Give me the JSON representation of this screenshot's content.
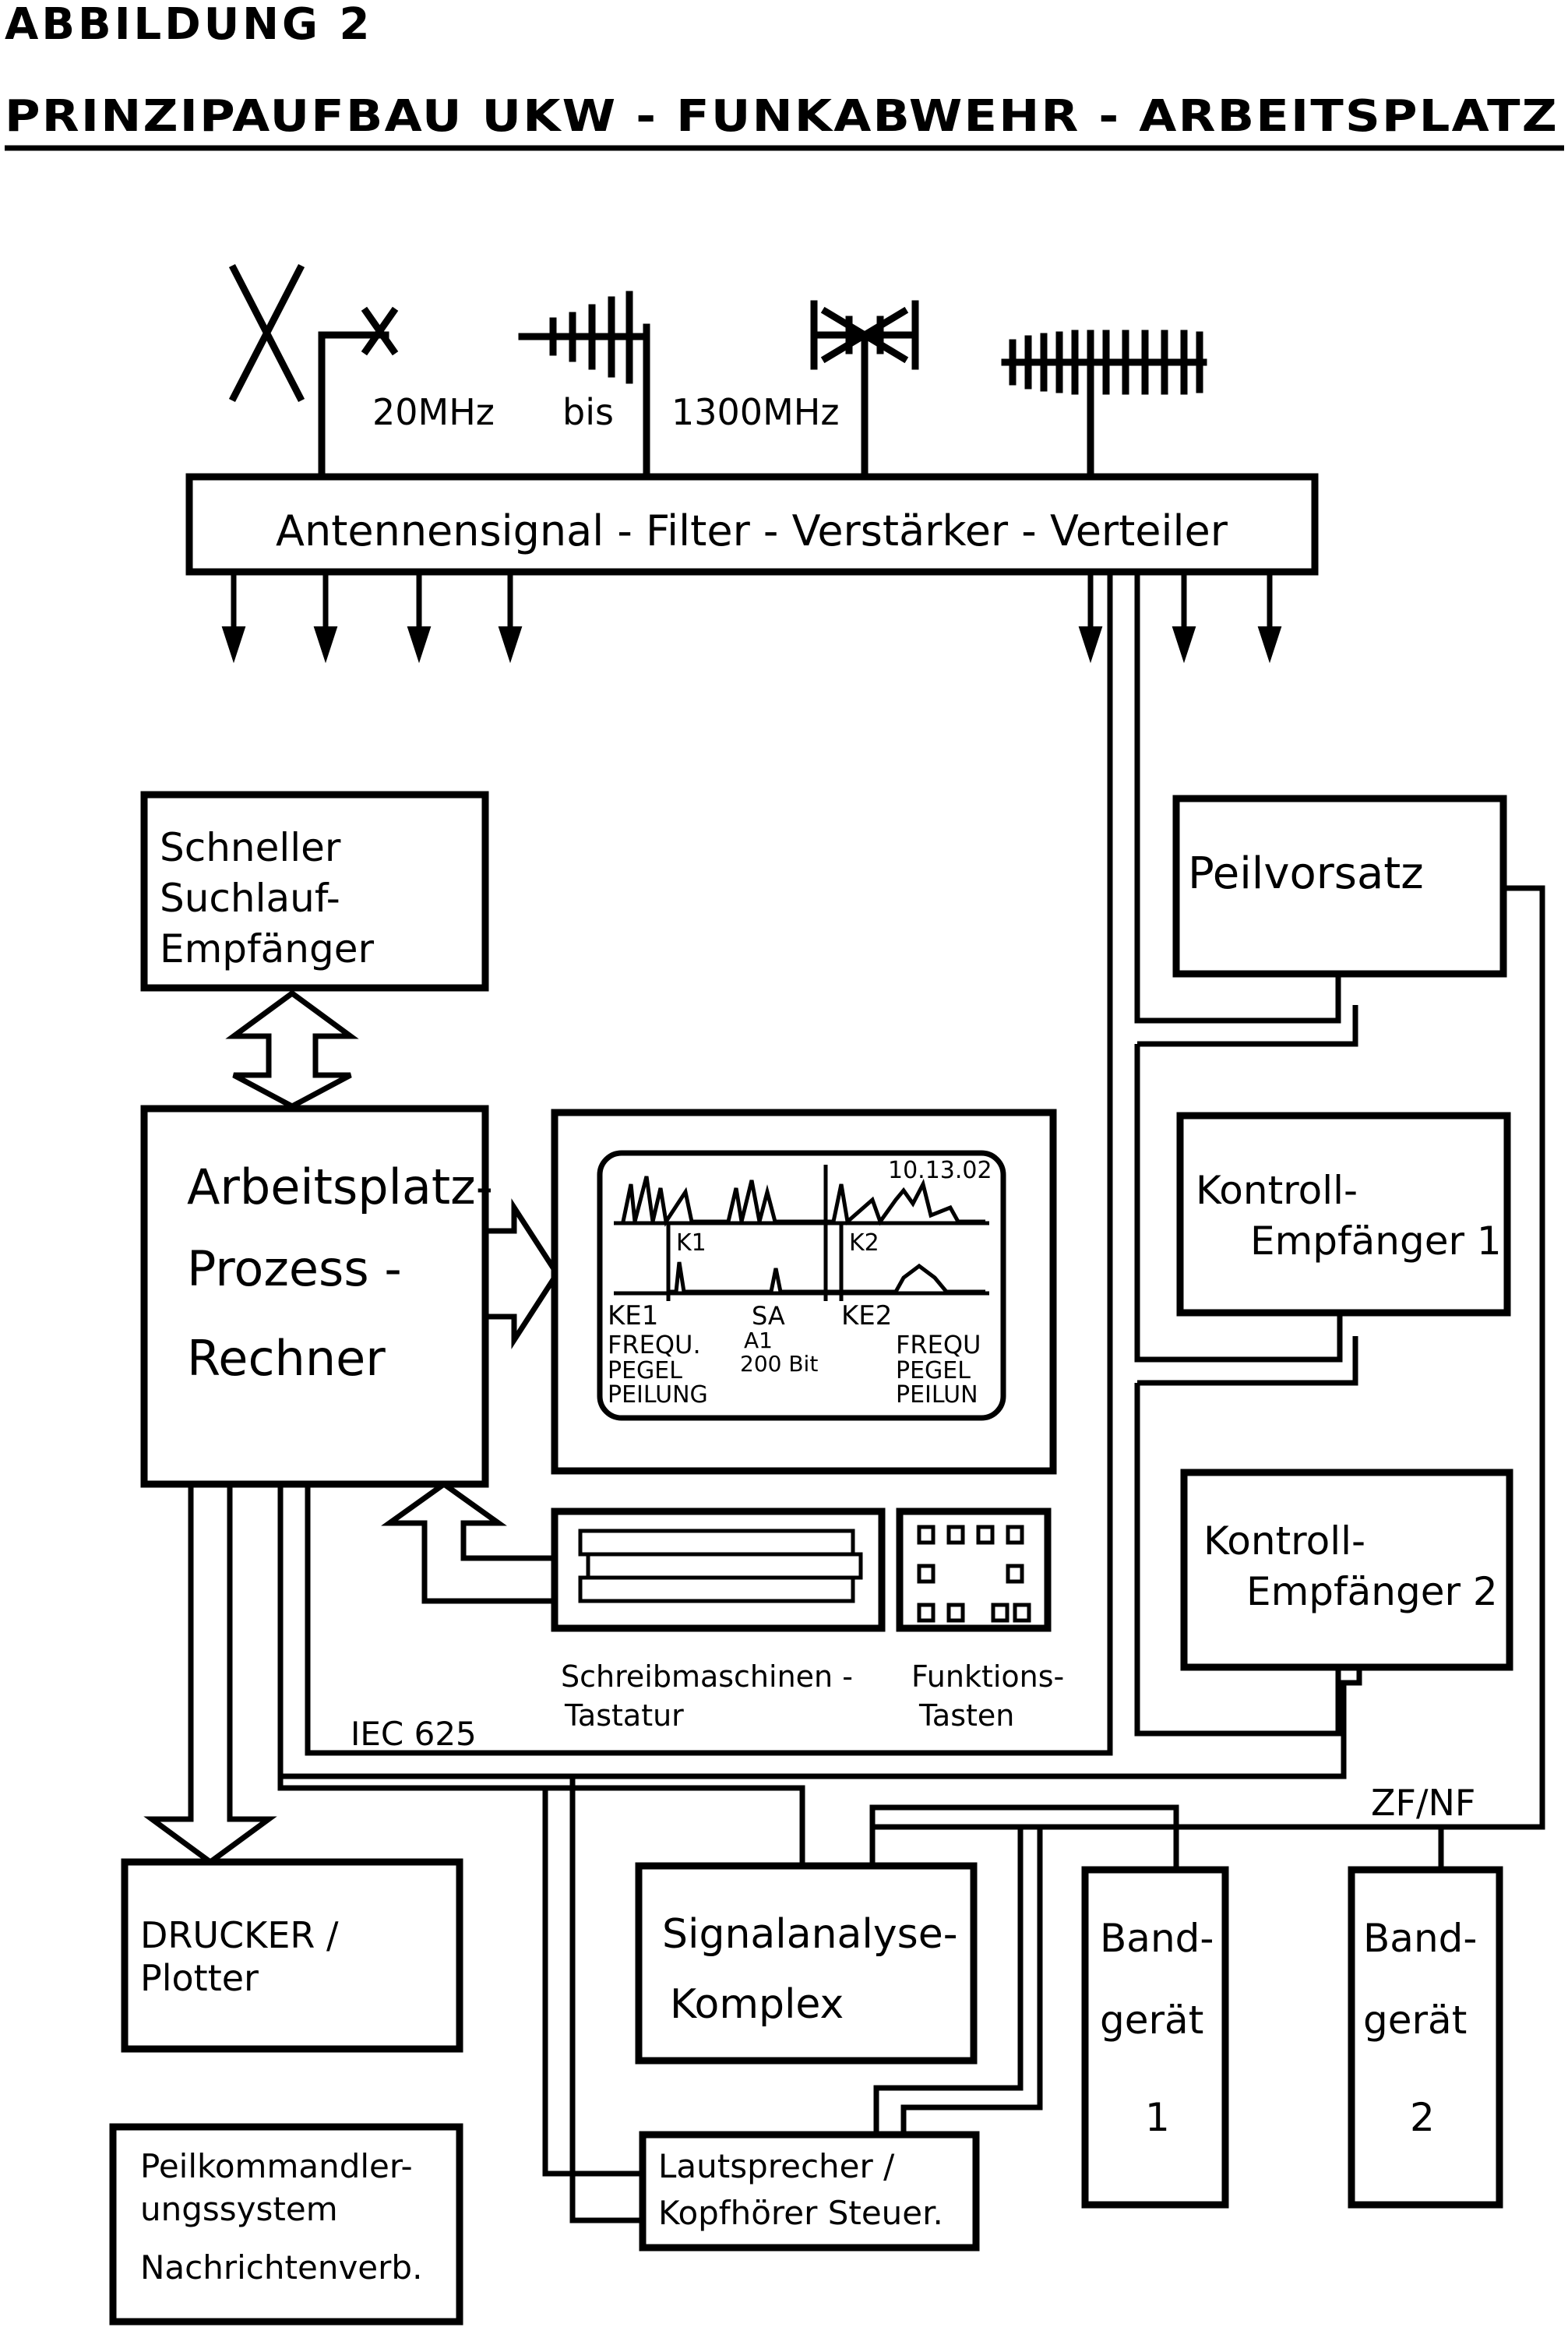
{
  "title": {
    "line1": "ABBILDUNG 2",
    "line2": "PRINZIPAUFBAU   UKW - FUNKABWEHR - ARBEITSPLATZ"
  },
  "antenna": {
    "range_from": "20MHz",
    "range_bis": "bis",
    "range_to": "1300MHz"
  },
  "boxes": {
    "distributor": "Antennensignal - Filter - Verstärker - Verteiler",
    "search_receiver": [
      "Schneller",
      "Suchlauf-",
      "Empfänger"
    ],
    "computer": [
      "Arbeitsplatz-",
      "Prozess -",
      "Rechner"
    ],
    "df_unit": "Peilvorsatz",
    "control_receiver_1": [
      "Kontroll-",
      "Empfänger 1"
    ],
    "control_receiver_2": [
      "Kontroll-",
      "Empfänger 2"
    ],
    "printer": [
      "DRUCKER /",
      "Plotter"
    ],
    "df_command": [
      "Peilkommandler-",
      "ungssystem",
      "Nachrichtenverb."
    ],
    "signal_analysis": [
      "Signalanalyse-",
      "Komplex"
    ],
    "tape_1": [
      "Band-",
      "gerät",
      "1"
    ],
    "tape_2": [
      "Band-",
      "gerät",
      "2"
    ],
    "speaker": [
      "Lautsprecher /",
      "Kopfhörer Steuer."
    ]
  },
  "screen": {
    "timestamp": "10.13.02",
    "k1": "K1",
    "k2": "K2",
    "left_block": [
      "KE1",
      "FREQU.",
      "PEGEL",
      "PEILUNG"
    ],
    "mid_block": [
      "SA",
      "A1",
      "200 Bit"
    ],
    "right_block_title": "KE2",
    "right_block": [
      "FREQU",
      "PEGEL",
      "PEILUN"
    ]
  },
  "keyboard": {
    "typewriter": [
      "Schreibmaschinen -",
      "Tastatur"
    ],
    "function_keys": [
      "Funktions-",
      "Tasten"
    ]
  },
  "bus_labels": {
    "iec": "IEC 625",
    "zf_nf": "ZF/NF"
  }
}
